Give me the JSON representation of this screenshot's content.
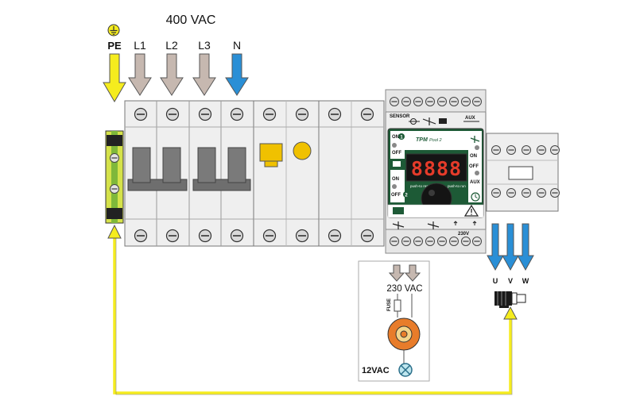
{
  "supply": {
    "voltage": "400 VAC",
    "pe": "PE",
    "l1": "L1",
    "l2": "L2",
    "l3": "L3",
    "n": "N"
  },
  "controller": {
    "brand": "TPM",
    "model": "Pool 2",
    "display": "8888",
    "on1": "ON",
    "off1": "OFF",
    "on2": "ON",
    "off2": "OFF",
    "num1": "1",
    "num2": "2",
    "sensor": "SENSOR",
    "aux_top": "AUX",
    "aux_mid": "AUX",
    "push_reset": "push-to reset",
    "push_run": "push-to run",
    "voltage_230": "230V"
  },
  "pump_circuit": {
    "supply": "230 VAC",
    "fuse": "FUSE",
    "lamp": "12VAC"
  },
  "motor": {
    "u": "U",
    "v": "V",
    "w": "W"
  },
  "colors": {
    "earth": "#f5ec1e",
    "phase": "#c6b8b0",
    "neutral": "#2a8fd6",
    "panel_green": "#1d5a36",
    "display_red": "#e53b2a",
    "pump_orange": "#e87c2a"
  }
}
